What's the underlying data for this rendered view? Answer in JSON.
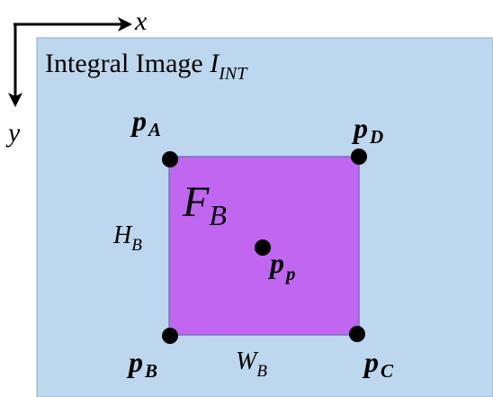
{
  "axes": {
    "x_label": "x",
    "y_label": "y"
  },
  "image_region": {
    "title_main": "Integral Image ",
    "title_var": "I",
    "title_sub": "INT"
  },
  "box": {
    "label_main": "F",
    "label_sub": "B",
    "height_main": "H",
    "height_sub": "B",
    "width_main": "W",
    "width_sub": "B"
  },
  "points": {
    "a": {
      "main": "p",
      "sub": "A"
    },
    "b": {
      "main": "p",
      "sub": "B"
    },
    "c": {
      "main": "p",
      "sub": "C"
    },
    "d": {
      "main": "p",
      "sub": "D"
    },
    "p": {
      "main": "p",
      "sub": "p"
    }
  },
  "colors": {
    "image_fill": "#bdd7ee",
    "image_stroke": "#8eaacb",
    "box_fill": "#c066f0",
    "box_stroke": "#7f6fc0",
    "point_fill": "#000000"
  }
}
